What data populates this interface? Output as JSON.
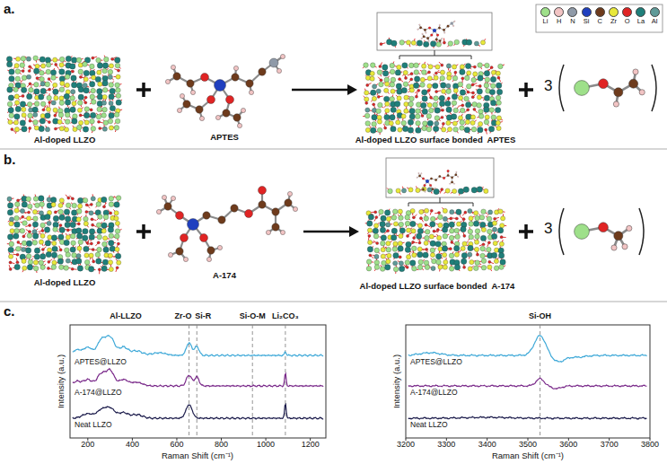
{
  "diagram": {
    "labels": [
      "a.",
      "Al-doped LLZO",
      "APTES",
      "Al-doped LLZO surface bonded  APTES",
      "3",
      "b.",
      "Al-doped LLZO",
      "A-174",
      "Al-doped LLZO surface bonded  A-174",
      "3",
      "c.",
      "Al-LLZO",
      "Zr-O",
      "Si-R",
      "Si-O-M",
      "Li₂CO₃",
      "APTES@LLZO",
      "A-174@LLZO",
      "Neat LLZO",
      "Intensity (a.u.)",
      "200",
      "400",
      "600",
      "800",
      "1000",
      "1200",
      "Raman Shift (cm⁻¹)",
      "Si-OH",
      "APTES@LLZO",
      "A-174@LLZO",
      "Neat LLZO",
      "Intensity (a.u.)",
      "3200",
      "3300",
      "3400",
      "3500",
      "3600",
      "3700",
      "3800",
      "Raman Shift (cm⁻¹)"
    ],
    "legend": [
      {
        "text": "Li",
        "color": "#9ee08a"
      },
      {
        "text": "H",
        "color": "#f2c4c4"
      },
      {
        "text": "N",
        "color": "#8f9aa8"
      },
      {
        "text": "Si",
        "color": "#1f3fbf"
      },
      {
        "text": "C",
        "color": "#6e3b1c"
      },
      {
        "text": "Zr",
        "color": "#e8e83a"
      },
      {
        "text": "O",
        "color": "#e02424"
      },
      {
        "text": "La",
        "color": "#1f7f7a"
      },
      {
        "text": "Al",
        "color": "#5f9a98"
      }
    ]
  }
}
